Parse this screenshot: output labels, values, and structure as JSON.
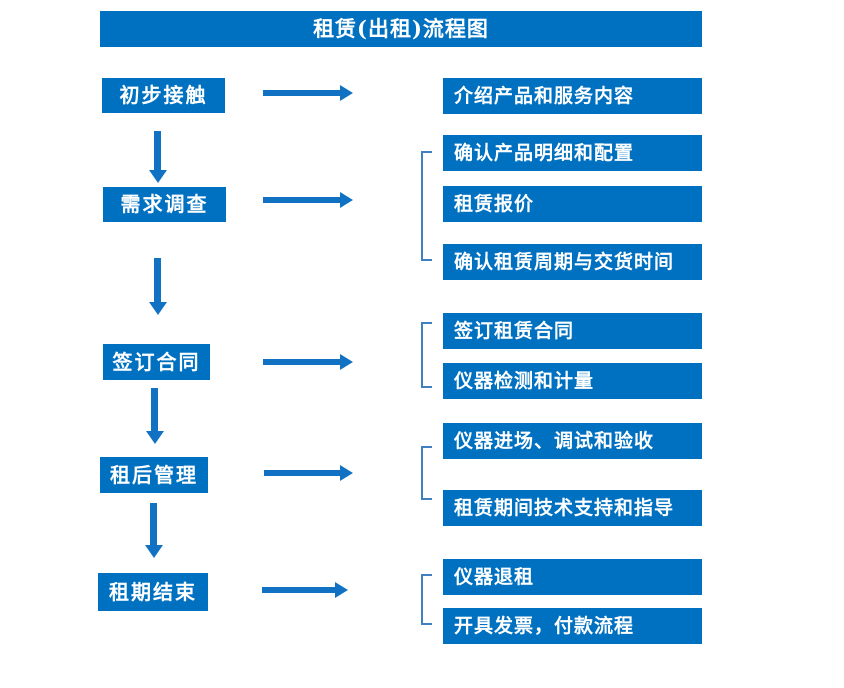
{
  "title": "租赁(出租)流程图",
  "colors": {
    "box_blue": "#0070C0",
    "arrow_blue": "#1172C3",
    "bracket_blue": "#4080C0",
    "text_white": "#FFFFFF"
  },
  "stages": [
    {
      "label": "初步接触",
      "details": [
        "介绍产品和服务内容"
      ]
    },
    {
      "label": "需求调查",
      "details": [
        "确认产品明细和配置",
        "租赁报价",
        "确认租赁周期与交货时间"
      ]
    },
    {
      "label": "签订合同",
      "details": [
        "签订租赁合同",
        "仪器检测和计量"
      ]
    },
    {
      "label": "租后管理",
      "details": [
        "仪器进场、调试和验收",
        "租赁期间技术支持和指导"
      ]
    },
    {
      "label": "租期结束",
      "details": [
        "仪器退租",
        "开具发票，付款流程"
      ]
    }
  ]
}
